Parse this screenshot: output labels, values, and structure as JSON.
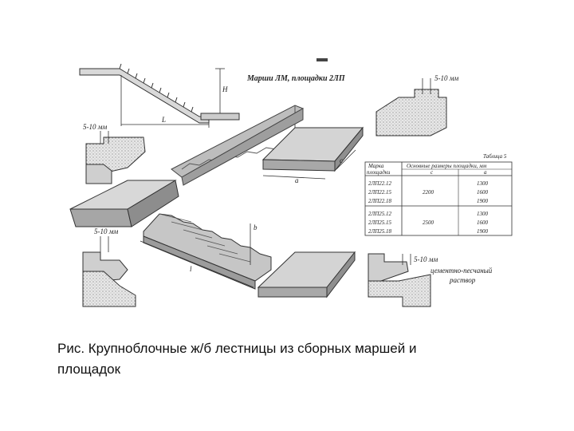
{
  "figure": {
    "title": "Марши ЛМ, площадки 2ЛП",
    "dims": {
      "H": "H",
      "L": "L",
      "gap_1": "5-10 мм",
      "gap_2": "5-10 мм",
      "gap_3": "5-10 мм",
      "gap_4": "5-10 мм",
      "c": "c",
      "a": "a",
      "b": "b",
      "l": "l"
    },
    "mortar_label_1": "цементно-песчаный",
    "mortar_label_2": "раствор"
  },
  "table": {
    "title": "Таблица 5",
    "header_col1_line1": "Марка",
    "header_col1_line2": "площадки",
    "header_main": "Основные размеры площадки, мм",
    "header_c": "c",
    "header_a": "a",
    "rows": [
      {
        "marks": [
          "2ЛП22.12",
          "2ЛП22.15",
          "2ЛП22.18"
        ],
        "c": "2200",
        "a": [
          "1300",
          "1600",
          "1900"
        ]
      },
      {
        "marks": [
          "2ЛП25.12",
          "2ЛП25.15",
          "2ЛП25.18"
        ],
        "c": "2500",
        "a": [
          "1300",
          "1600",
          "1900"
        ]
      }
    ]
  },
  "caption": {
    "line1": "Рис. Крупноблочные ж/б лестницы из сборных маршей и",
    "line2": "площадок"
  }
}
